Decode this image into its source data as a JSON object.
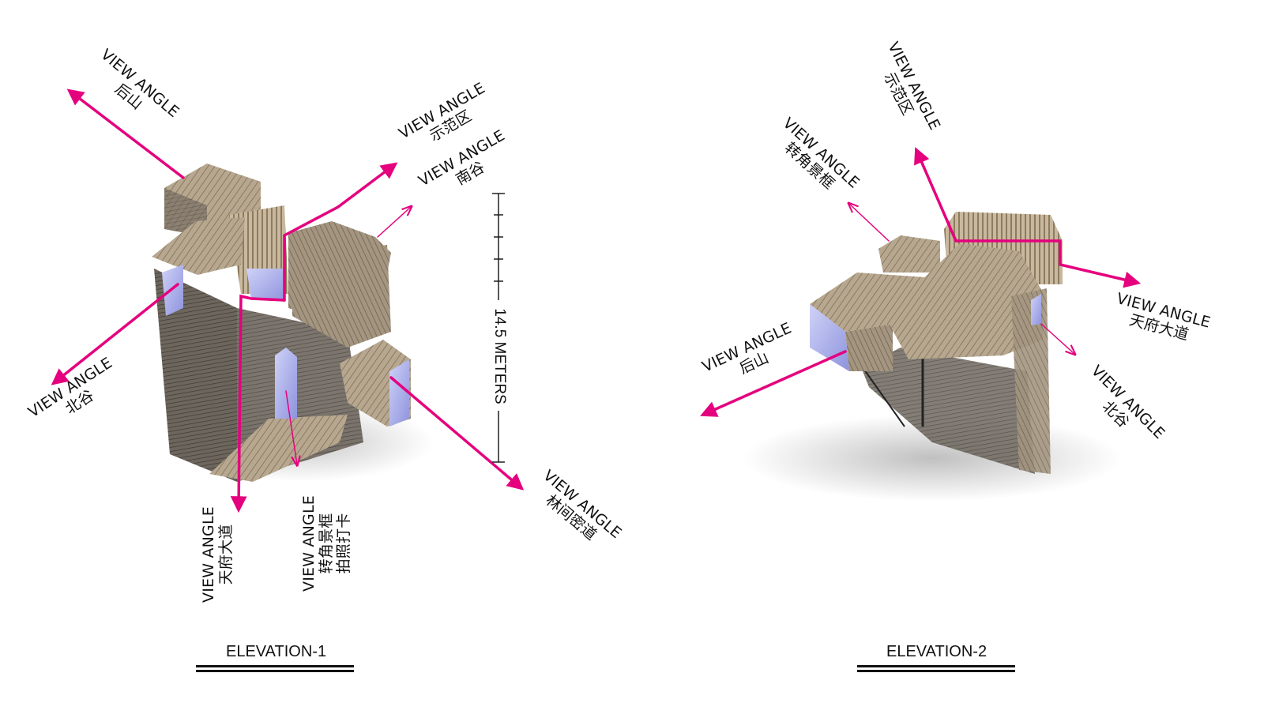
{
  "elevations": [
    {
      "caption": "ELEVATION-1"
    },
    {
      "caption": "ELEVATION-2"
    }
  ],
  "dimension": {
    "text": "14.5 METERS"
  },
  "accent_color": "#e5007e",
  "labels": {
    "e1_houshan": {
      "title": "VIEW ANGLE",
      "sub": "后山"
    },
    "e1_shifanqu": {
      "title": "VIEW ANGLE",
      "sub": "示范区"
    },
    "e1_nangu": {
      "title": "VIEW ANGLE",
      "sub": "南谷"
    },
    "e1_beigu": {
      "title": "VIEW ANGLE",
      "sub": "北谷"
    },
    "e1_tianfu": {
      "title": "VIEW ANGLE",
      "sub": "天府大道"
    },
    "e1_zhuanjiao": {
      "title": "VIEW ANGLE",
      "sub": "转角景框",
      "sub2": "拍照打卡"
    },
    "e1_linjian": {
      "title": "VIEW ANGLE",
      "sub": "林间密道"
    },
    "e2_shifanqu": {
      "title": "VIEW ANGLE",
      "sub": "示范区"
    },
    "e2_zhuanjiao": {
      "title": "VIEW ANGLE",
      "sub": "转角景框"
    },
    "e2_tianfu": {
      "title": "VIEW ANGLE",
      "sub": "天府大道"
    },
    "e2_houshan": {
      "title": "VIEW ANGLE",
      "sub": "后山"
    },
    "e2_beigu": {
      "title": "VIEW ANGLE",
      "sub": "北谷"
    }
  }
}
